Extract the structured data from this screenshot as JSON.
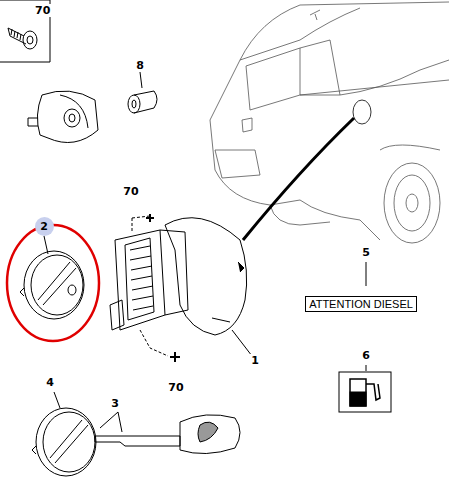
{
  "diagram": {
    "nodes": [
      {
        "text": [
          "70"
        ]
      },
      {
        "text": [
          "2"
        ]
      },
      {
        "text": [
          "ATTENTION DIESEL"
        ]
      }
    ],
    "labels": [
      "8",
      "70",
      "5",
      "6",
      "1",
      "70",
      "4",
      "3"
    ]
  }
}
